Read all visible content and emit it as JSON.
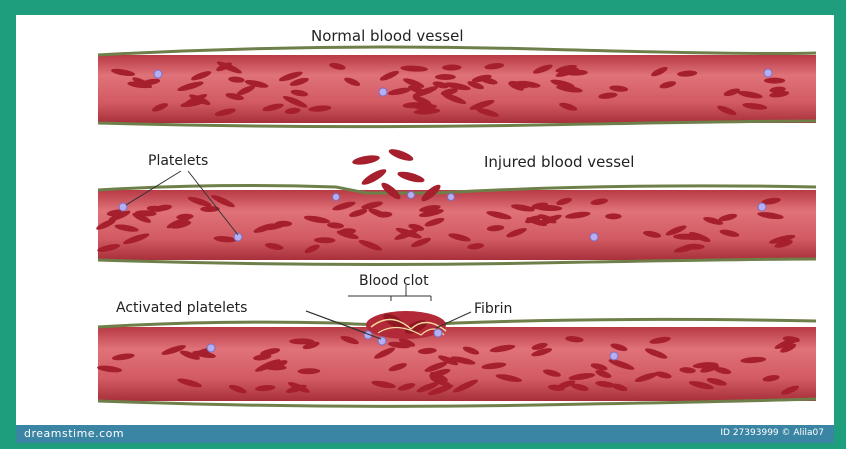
{
  "labels": {
    "normal": "Normal blood vessel",
    "injured": "Injured blood vessel",
    "platelets": "Platelets",
    "blood_clot": "Blood clot",
    "activated_platelets": "Activated platelets",
    "fibrin": "Fibrin"
  },
  "footer": {
    "brand": "dreamstime.com",
    "id": "ID 27393999 © Alila07"
  },
  "colors": {
    "vessel": "#c8454f",
    "vessel_light": "#e07a7f",
    "rbc": "#a61f2c",
    "wall": "#6f7f4a",
    "platelet": "#9a8fcf",
    "frame": "#1f9e7e",
    "footer": "#3a85a3"
  }
}
